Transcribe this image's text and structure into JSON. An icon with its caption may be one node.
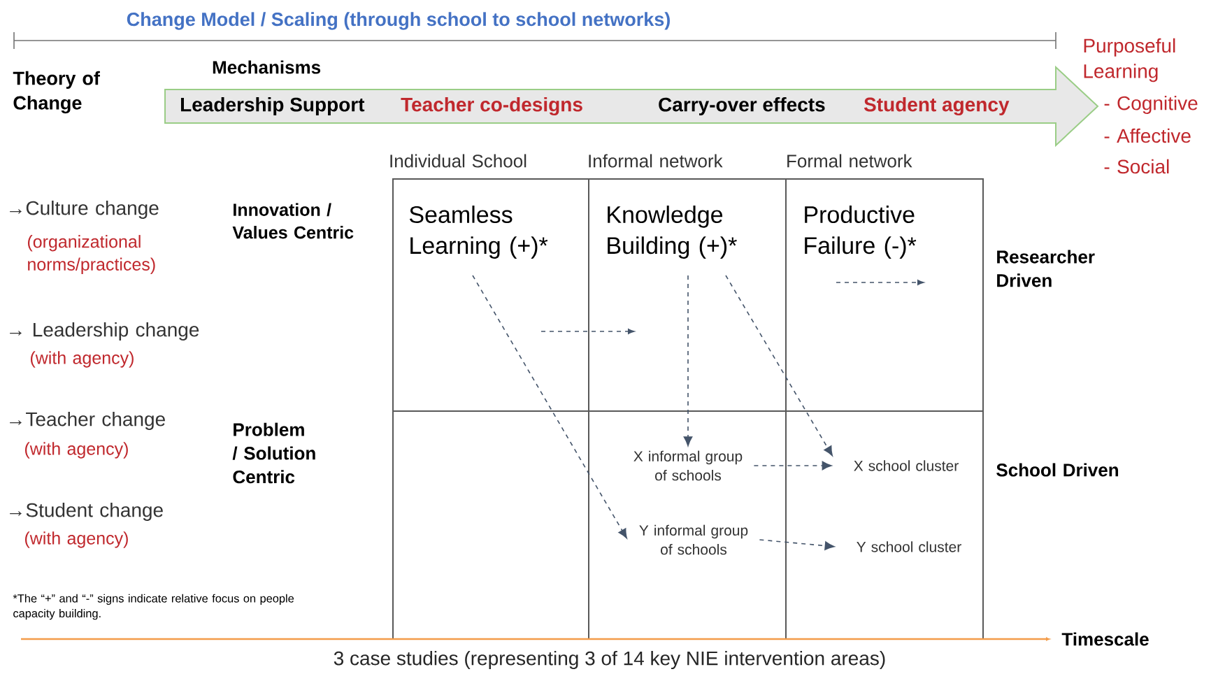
{
  "diagram": {
    "title": "Change Model / Scaling (through school to school networks)",
    "caption": "3 case studies (representing 3 of 14 key NIE intervention areas)",
    "nodes": [
      {
        "text": [
          "Mechanisms",
          "Leadership Support",
          "Teacher co-designs",
          "Carry-over effects",
          "Student agency"
        ]
      },
      {
        "text": [
          "Seamless Learning (+)*"
        ]
      },
      {
        "text": [
          "Knowledge Building (+)*"
        ]
      },
      {
        "text": [
          "Productive Failure (-)*"
        ]
      },
      {
        "text": [
          "X informal group of schools"
        ]
      },
      {
        "text": [
          "X school cluster"
        ]
      },
      {
        "text": [
          "Y informal group of schools"
        ]
      },
      {
        "text": [
          "Y school cluster"
        ]
      }
    ],
    "edges": [
      {
        "from": 1,
        "to": 6,
        "arrow": "to",
        "style": "dashed"
      },
      {
        "from": 2,
        "to": 4,
        "arrow": "to",
        "style": "dashed"
      },
      {
        "from": 2,
        "to": 5,
        "arrow": "to",
        "style": "dashed"
      },
      {
        "from": 4,
        "to": 5,
        "arrow": "to",
        "style": "dashed"
      },
      {
        "from": 6,
        "to": 7,
        "arrow": "to",
        "style": "dashed"
      }
    ],
    "labels": [
      "Theory of Change",
      "Purposeful Learning",
      "- Cognitive",
      "- Affective",
      "- Social",
      "Individual School",
      "Informal network",
      "Formal network",
      "→Culture change",
      "(organizational norms/practices)",
      "Innovation / Values Centric",
      "Researcher Driven",
      "→ Leadership change",
      "(with agency)",
      "→Teacher change",
      "(with agency)",
      "Problem / Solution Centric",
      "School Driven",
      "→Student change",
      "(with agency)",
      "*The “+” and “-” signs indicate relative focus on people capacity building.",
      "Timescale"
    ]
  }
}
